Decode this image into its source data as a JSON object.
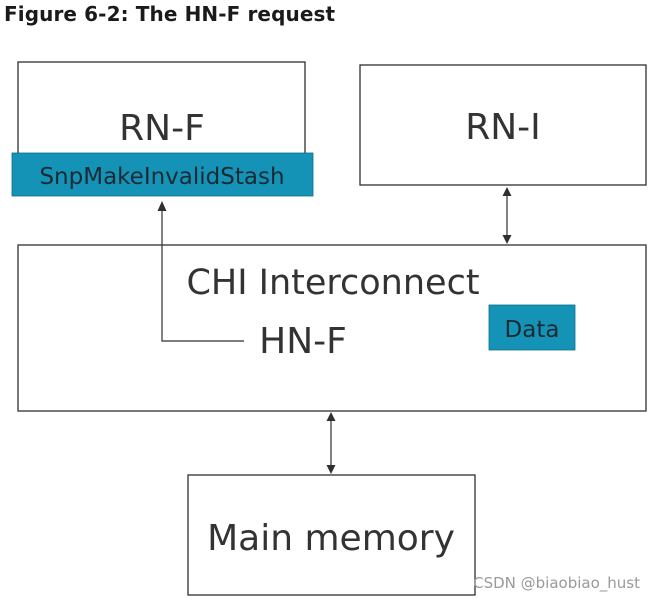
{
  "caption": "Figure 6-2: The HN-F request",
  "nodes": {
    "rn_f": "RN-F",
    "rn_i": "RN-I",
    "interconnect": "CHI Interconnect",
    "hn_f": "HN-F",
    "main_memory": "Main memory"
  },
  "tags": {
    "snoop": "SnpMakeInvalidStash",
    "data": "Data"
  },
  "watermark": "CSDN @biaobiao_hust",
  "colors": {
    "tag_fill": "#1593b6",
    "box_stroke": "#2f2f2f"
  }
}
